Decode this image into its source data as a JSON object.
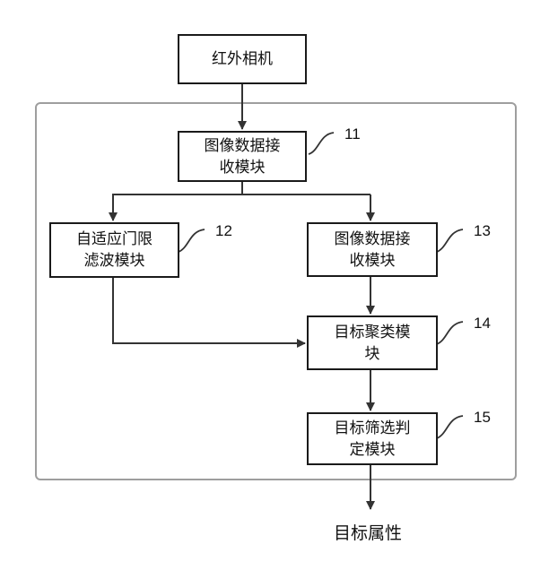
{
  "nodes": {
    "camera": "红外相机",
    "receive_top": "图像数据接\n收模块",
    "adaptive_filter": "自适应门限\n滤波模块",
    "receive_right": "图像数据接\n收模块",
    "clustering": "目标聚类模\n块",
    "screening": "目标筛选判\n定模块"
  },
  "refs": {
    "r11": "11",
    "r12": "12",
    "r13": "13",
    "r14": "14",
    "r15": "15"
  },
  "output_label": "目标属性"
}
